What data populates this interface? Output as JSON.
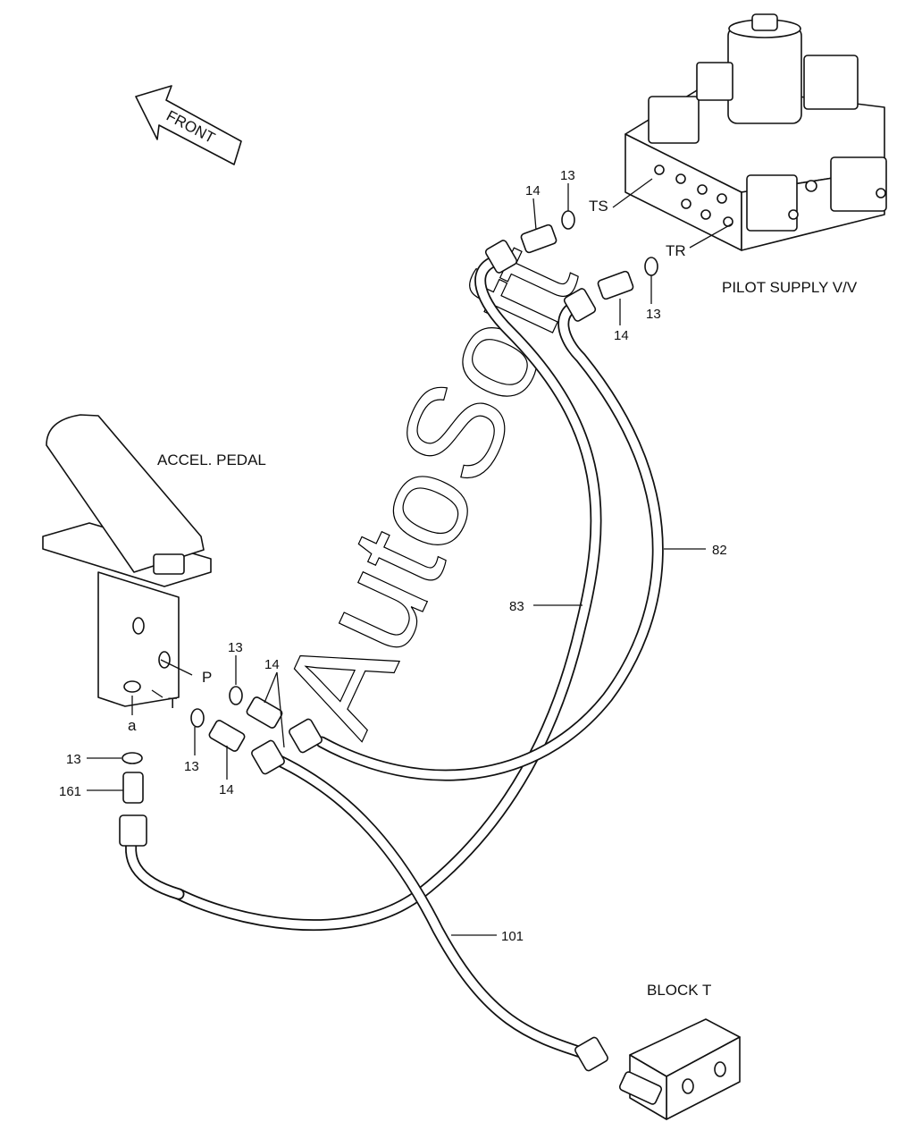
{
  "labels": {
    "front": "FRONT",
    "pilot_supply_valve": "PILOT SUPPLY V/V",
    "accel_pedal": "ACCEL. PEDAL",
    "block_t": "BLOCK T",
    "port_ts": "TS",
    "port_tr": "TR",
    "port_p": "P",
    "port_t": "T",
    "port_a": "a"
  },
  "parts": {
    "oring_13": "13",
    "adapter_14": "14",
    "hose_82": "82",
    "hose_83": "83",
    "hose_101": "101",
    "adapter_161": "161"
  },
  "watermark": "AutoSoft",
  "colors": {
    "line": "#111111",
    "background": "#ffffff"
  }
}
